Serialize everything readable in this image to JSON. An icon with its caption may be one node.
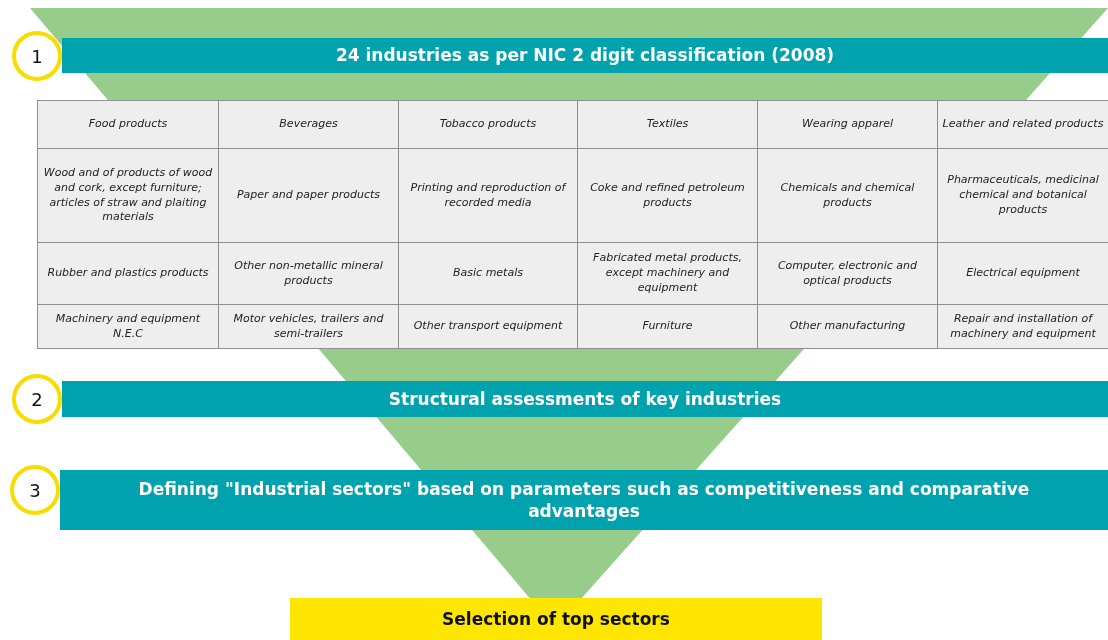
{
  "diagram": {
    "nodes": [
      {
        "text": [
          "1"
        ]
      },
      {
        "text": [
          "24 industries as per NIC 2 digit classification (2008)"
        ]
      },
      {
        "text": [
          "2"
        ]
      },
      {
        "text": [
          "Structural assessments of key industries"
        ]
      },
      {
        "text": [
          "3"
        ]
      },
      {
        "text": [
          "Defining \"Industrial sectors\" based on parameters such as competitiveness and comparative advantages"
        ]
      },
      {
        "text": [
          "Selection of top sectors"
        ]
      }
    ],
    "edges": [],
    "labels": [
      "Food products",
      "Beverages",
      "Tobacco products",
      "Textiles",
      "Wearing apparel",
      "Leather and related products",
      "Wood and of products of wood and cork, except furniture; articles of straw and plaiting materials",
      "Paper and paper products",
      "Printing and reproduction of recorded media",
      "Coke and refined petroleum products",
      "Chemicals and chemical products",
      "Pharmaceuticals, medicinal chemical and botanical products",
      "Rubber and plastics products",
      "Other non-metallic mineral products",
      "Basic metals",
      "Fabricated metal products, except machinery and equipment",
      "Computer, electronic and optical products",
      "Electrical equipment",
      "Machinery and equipment N.E.C",
      "Motor vehicles, trailers and semi-trailers",
      "Other transport equipment",
      "Furniture",
      "Other manufacturing",
      "Repair and installation of machinery and equipment"
    ]
  }
}
